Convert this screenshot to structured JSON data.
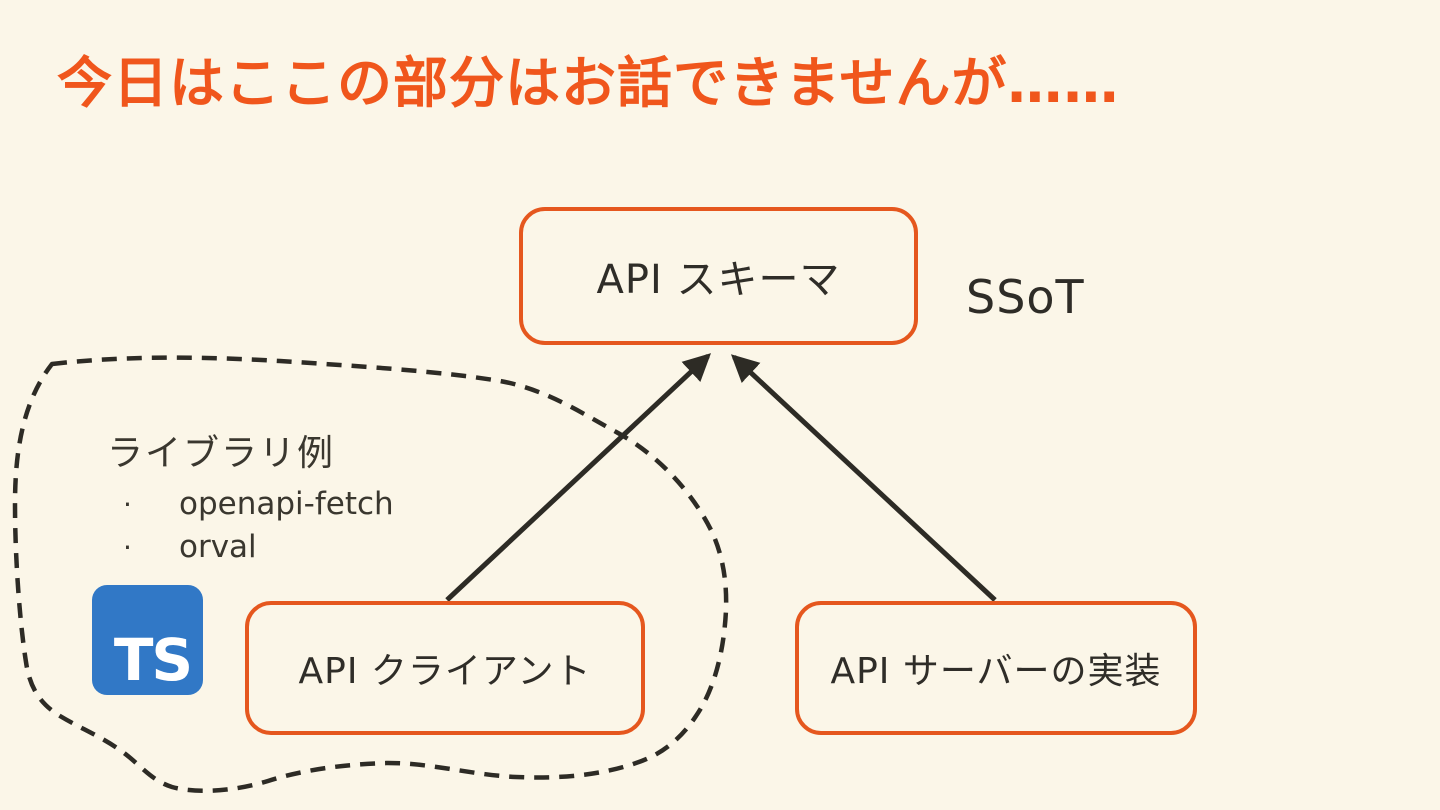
{
  "slide": {
    "title": "今日はここの部分はお話できませんが……",
    "diagram": {
      "schema_box_label": "API スキーマ",
      "client_box_label": "API クライアント",
      "server_box_label": "API サーバーの実装",
      "ssot_label": "SSoT",
      "library_examples": {
        "heading": "ライブラリ例",
        "bullet": "·",
        "items": [
          "openapi-fetch",
          "orval"
        ]
      },
      "ts_logo_text": "TS"
    },
    "colors": {
      "background": "#FBF6E8",
      "title_orange": "#F0561C",
      "box_border_orange": "#E5571E",
      "text_dark": "#2F2D28",
      "line_dark": "#2D2B25",
      "ts_blue": "#3178C6",
      "ts_text_white": "#FFFFFF"
    }
  }
}
